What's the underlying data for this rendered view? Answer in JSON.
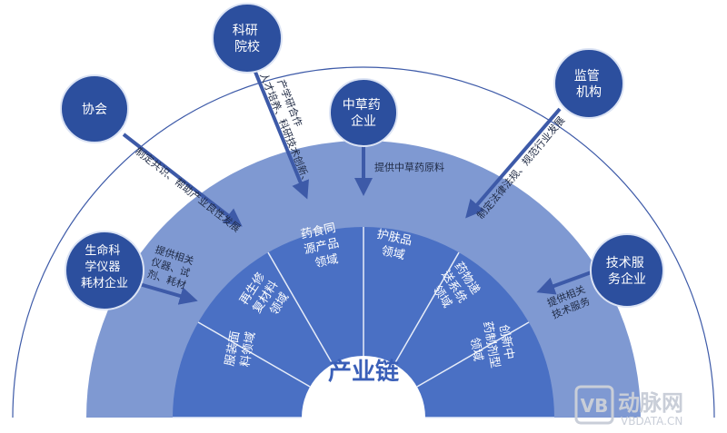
{
  "center": {
    "label": "产业链"
  },
  "segments": [
    {
      "lines": [
        "服装面",
        "料领域"
      ]
    },
    {
      "lines": [
        "再生修",
        "复材料",
        "领域"
      ]
    },
    {
      "lines": [
        "药食同",
        "源产品",
        "领域"
      ]
    },
    {
      "lines": [
        "护肤品",
        "领域"
      ]
    },
    {
      "lines": [
        "药物递",
        "送系统",
        "领域"
      ]
    },
    {
      "lines": [
        "创新中",
        "药制剂型",
        "领域"
      ]
    }
  ],
  "actors": [
    {
      "name": "xiehui",
      "lines": [
        "协会"
      ],
      "note": "制定共识、帮助产业良性发展"
    },
    {
      "name": "keyan",
      "lines": [
        "科研",
        "院校"
      ],
      "note_lines": [
        "人才培养、科研技术创新、",
        "产学研合作"
      ]
    },
    {
      "name": "zhongcaoyao",
      "lines": [
        "中草药",
        "企业"
      ],
      "note": "提供中草药原料"
    },
    {
      "name": "jianguan",
      "lines": [
        "监管",
        "机构"
      ],
      "note": "制定法律法规、规范行业发展"
    },
    {
      "name": "jishu",
      "lines": [
        "技术服",
        "务企业"
      ],
      "note_lines": [
        "提供相关",
        "技术服务"
      ]
    },
    {
      "name": "yiqi",
      "lines": [
        "生命科",
        "学仪器",
        "耗材企业"
      ],
      "note_lines": [
        "提供相关",
        "仪器、试",
        "剂、耗材"
      ]
    }
  ],
  "watermark": {
    "brand": "动脉网",
    "url": "VBDATA.CN"
  },
  "colors": {
    "outer_ring": "#7f99d2",
    "inner_ring": "#4a70c4",
    "node": "#2c4f9e",
    "center_text": "#3a5fb8",
    "line": "#3d5aa8"
  }
}
